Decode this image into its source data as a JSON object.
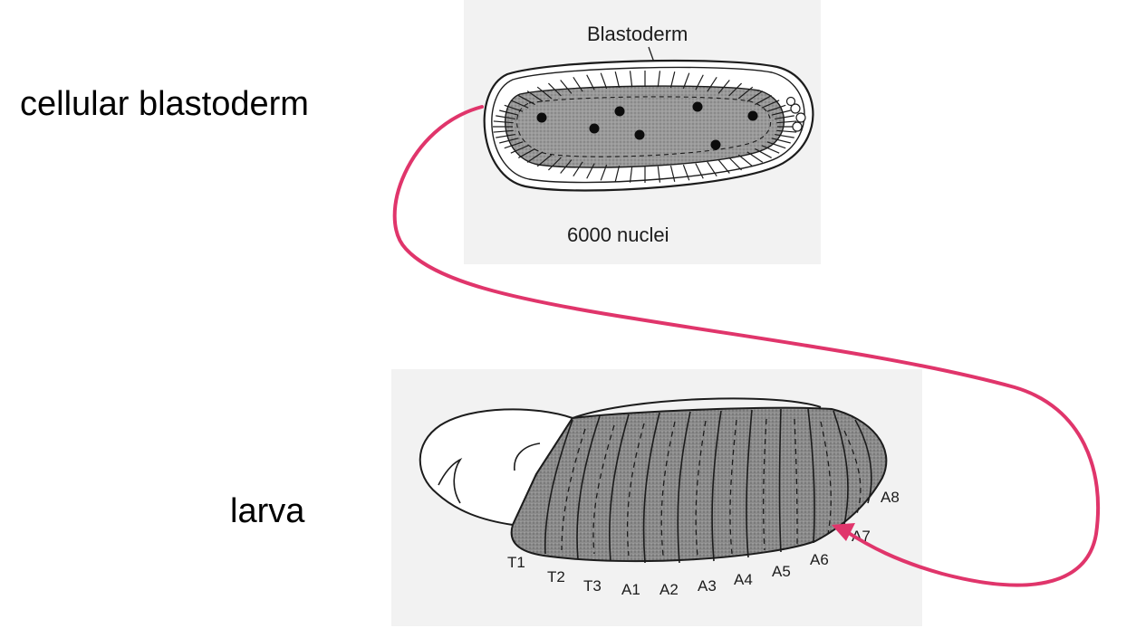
{
  "labels": {
    "stage_top": "cellular blastoderm",
    "stage_bottom": "larva"
  },
  "embryo": {
    "callout": "Blastoderm",
    "caption": "6000 nuclei",
    "nuclei_count_drawn": 7
  },
  "larva": {
    "segments": [
      "T1",
      "T2",
      "T3",
      "A1",
      "A2",
      "A3",
      "A4",
      "A5",
      "A6",
      "A7",
      "A8"
    ]
  },
  "colors": {
    "arrow": "#e0356b",
    "scan_bg": "#f2f2f2",
    "stipple": "#8a8a8a",
    "ink": "#1c1c1c"
  }
}
